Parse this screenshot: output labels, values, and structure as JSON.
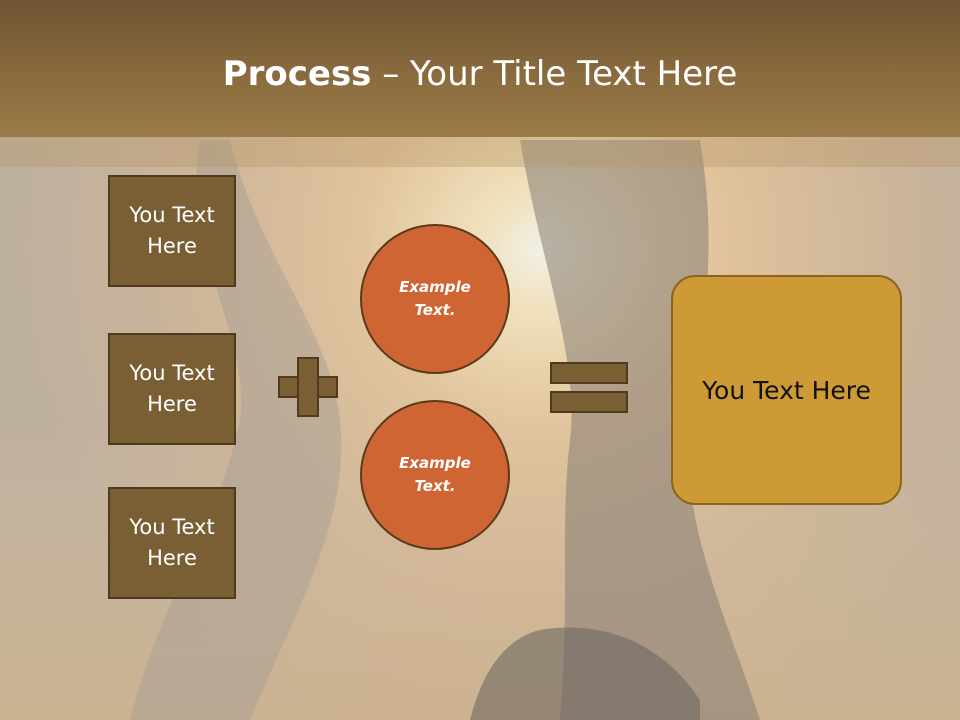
{
  "title": {
    "bold": "Process",
    "rest": " – Your Title Text Here"
  },
  "boxes": [
    {
      "line1": "You Text",
      "line2": "Here"
    },
    {
      "line1": "You Text",
      "line2": "Here"
    },
    {
      "line1": "You Text",
      "line2": "Here"
    }
  ],
  "circles": [
    {
      "line1": "Example",
      "line2": "Text."
    },
    {
      "line1": "Example",
      "line2": "Text."
    }
  ],
  "result": {
    "text": "You Text Here"
  },
  "colors": {
    "title_bar": "#8a6b3e",
    "box_fill": "#7a5f35",
    "circle_fill": "#cf6532",
    "result_fill": "#cd9a36"
  }
}
